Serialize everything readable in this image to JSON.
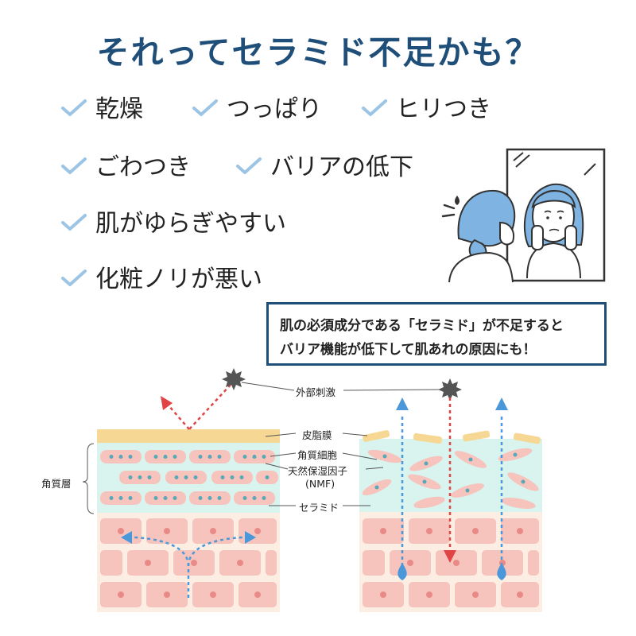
{
  "title": "それってセラミド不足かも？",
  "symptoms": [
    "乾燥",
    "つっぱり",
    "ヒリつき",
    "ごわつき",
    "バリアの低下",
    "肌がゆらぎやすい",
    "化粧ノリが悪い"
  ],
  "callout": {
    "line1": "肌の必須成分である「セラミド」が不足すると",
    "line2": "バリア機能が低下して肌あれの原因にも！"
  },
  "diagram": {
    "external_irritant": "外部刺激",
    "sebum_film": "皮脂膜",
    "corneocyte": "角質細胞",
    "nmf_line1": "天然保湿因子",
    "nmf_line2": "(NMF)",
    "ceramide": "セラミド",
    "stratum_corneum": "角質層"
  },
  "colors": {
    "title": "#1f4e79",
    "check": "#9cc4e4",
    "sebum": "#f7d794",
    "stratum": "#d9f3ee",
    "cell": "#f7c3bd",
    "cell_nucleus": "#e88b86",
    "arrow_blue": "#4a98da",
    "arrow_red": "#e04444",
    "hair": "#7fb3e2"
  },
  "icons": [
    "check-icon",
    "worried-woman-mirror-illustration",
    "spiky-irritant-icon",
    "water-drop-icon"
  ]
}
